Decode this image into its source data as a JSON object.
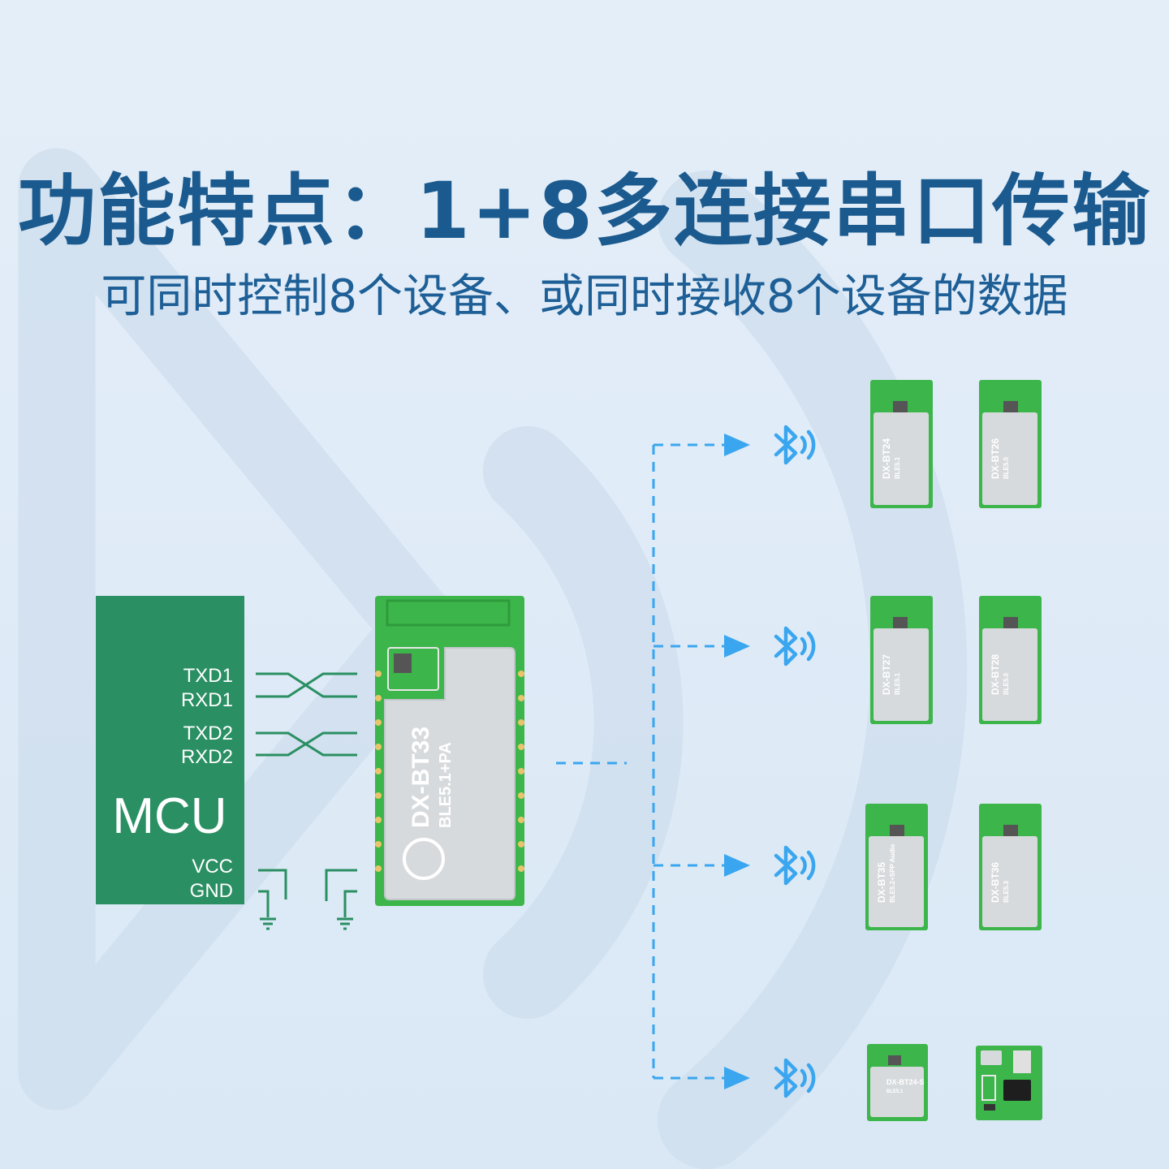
{
  "title": "功能特点：1+8多连接串口传输",
  "subtitle": "可同时控制8个设备、或同时接收8个设备的数据",
  "mcu": {
    "label": "MCU",
    "pins": [
      "TXD1",
      "RXD1",
      "TXD2",
      "RXD2",
      "VCC",
      "GND"
    ]
  },
  "master_module": {
    "model": "DX-BT33",
    "spec": "BLE5.1+PA"
  },
  "slave_modules": [
    {
      "model": "DX-BT24",
      "spec": "BLE5.1"
    },
    {
      "model": "DX-BT26",
      "spec": "BLE5.0"
    },
    {
      "model": "DX-BT27",
      "spec": "BLE5.1"
    },
    {
      "model": "DX-BT28",
      "spec": "BLE5.0"
    },
    {
      "model": "DX-BT35",
      "spec": "BLE5.2+SPP Audio"
    },
    {
      "model": "DX-BT36",
      "spec": "BLE5.3"
    },
    {
      "model": "DX-BT24-S",
      "spec": "BLE5.1"
    },
    {
      "model": "",
      "spec": ""
    }
  ],
  "colors": {
    "title": "#1b5a8e",
    "mcu_green": "#2a8f62",
    "pcb_green": "#3cb54a",
    "shield": "#d7dadd",
    "link_blue": "#3aa6ef"
  },
  "icons": [
    "bluetooth-signal-icon",
    "arrow-right-icon",
    "ground-icon",
    "brand-logo-icon"
  ]
}
